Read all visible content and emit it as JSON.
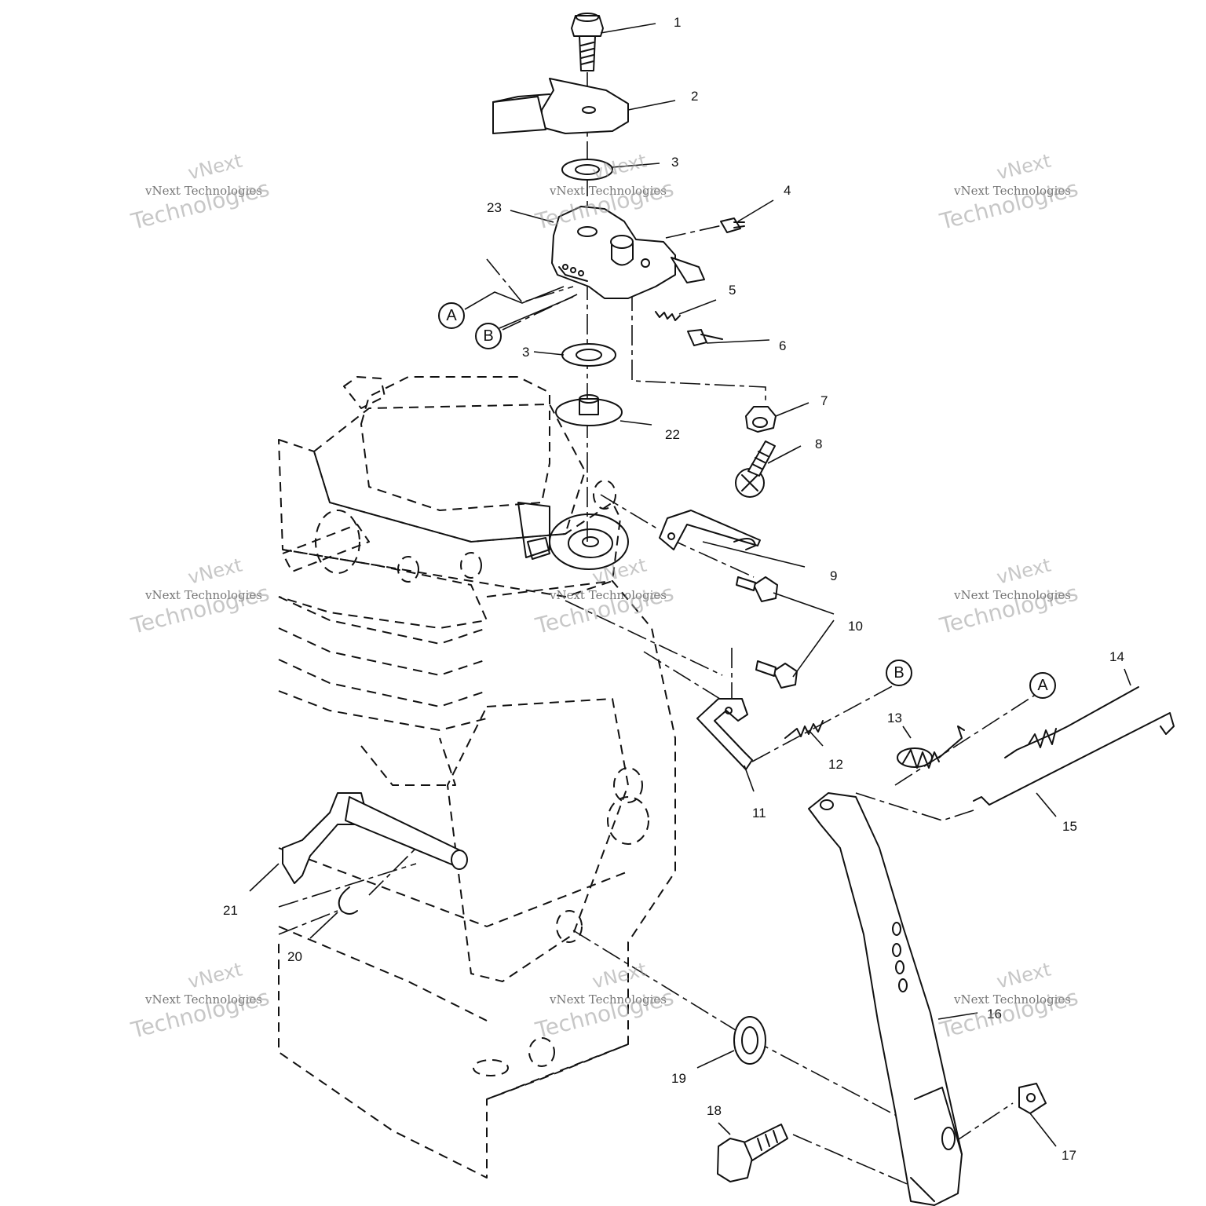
{
  "diagram": {
    "callouts": [
      "1",
      "2",
      "3",
      "3",
      "4",
      "5",
      "6",
      "7",
      "8",
      "9",
      "10",
      "11",
      "12",
      "13",
      "14",
      "15",
      "16",
      "17",
      "18",
      "19",
      "20",
      "21",
      "22",
      "23"
    ],
    "references": [
      "A",
      "B",
      "A",
      "B"
    ]
  },
  "watermark": {
    "line1": "vNext",
    "line2": "vNext Technologies",
    "line3": "Technologies"
  }
}
